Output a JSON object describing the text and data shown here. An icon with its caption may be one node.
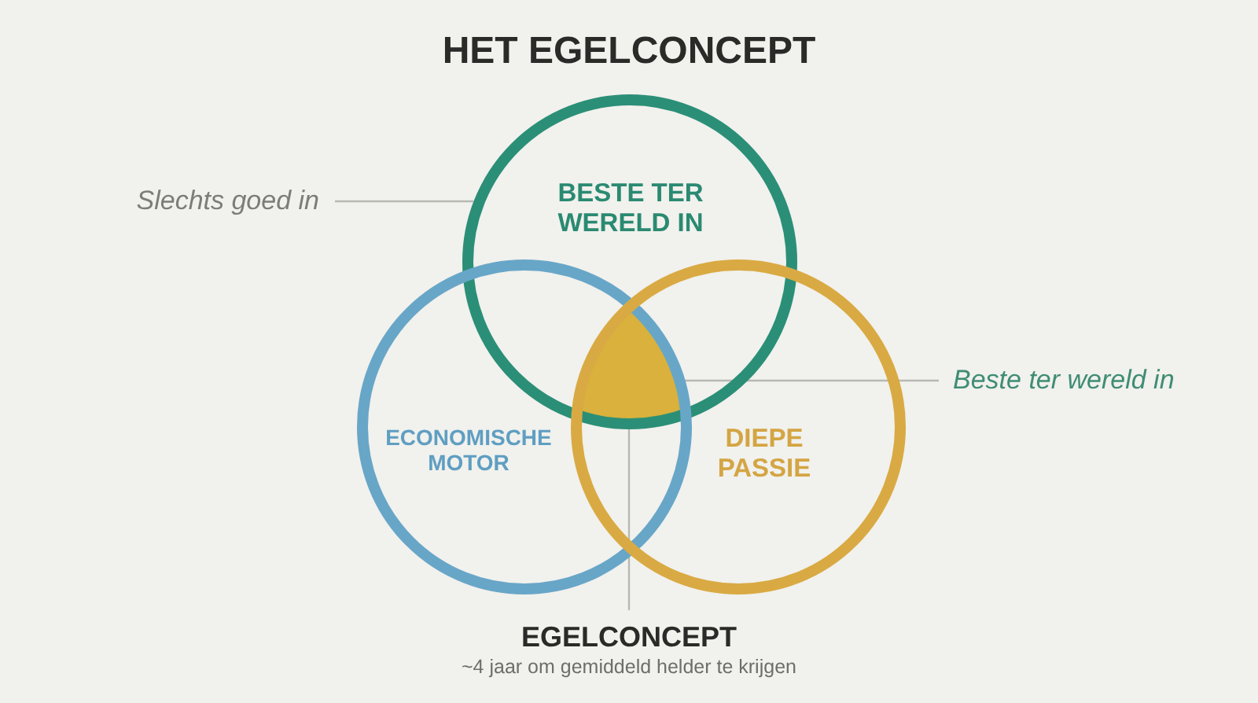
{
  "diagram": {
    "title": "HET EGELCONCEPT",
    "nodes": [
      {
        "text": [
          "BESTE TER WERELD IN"
        ]
      },
      {
        "text": [
          "ECONOMISCHE MOTOR"
        ]
      },
      {
        "text": [
          "DIEPE PASSIE"
        ]
      },
      {
        "text": [],
        "shape": "triangle"
      },
      {
        "text": [
          "Slechts goed in"
        ]
      },
      {
        "text": [
          "Beste ter wereld in"
        ]
      },
      {
        "text": [
          "EGELCONCEPT",
          "~4 jaar om gemiddeld helder te krijgen"
        ]
      }
    ],
    "edges": [
      {
        "from": 4,
        "to": 0,
        "arrow": "none"
      },
      {
        "from": 5,
        "to": 3,
        "arrow": "none"
      },
      {
        "from": 6,
        "to": 3,
        "arrow": "none"
      }
    ]
  }
}
